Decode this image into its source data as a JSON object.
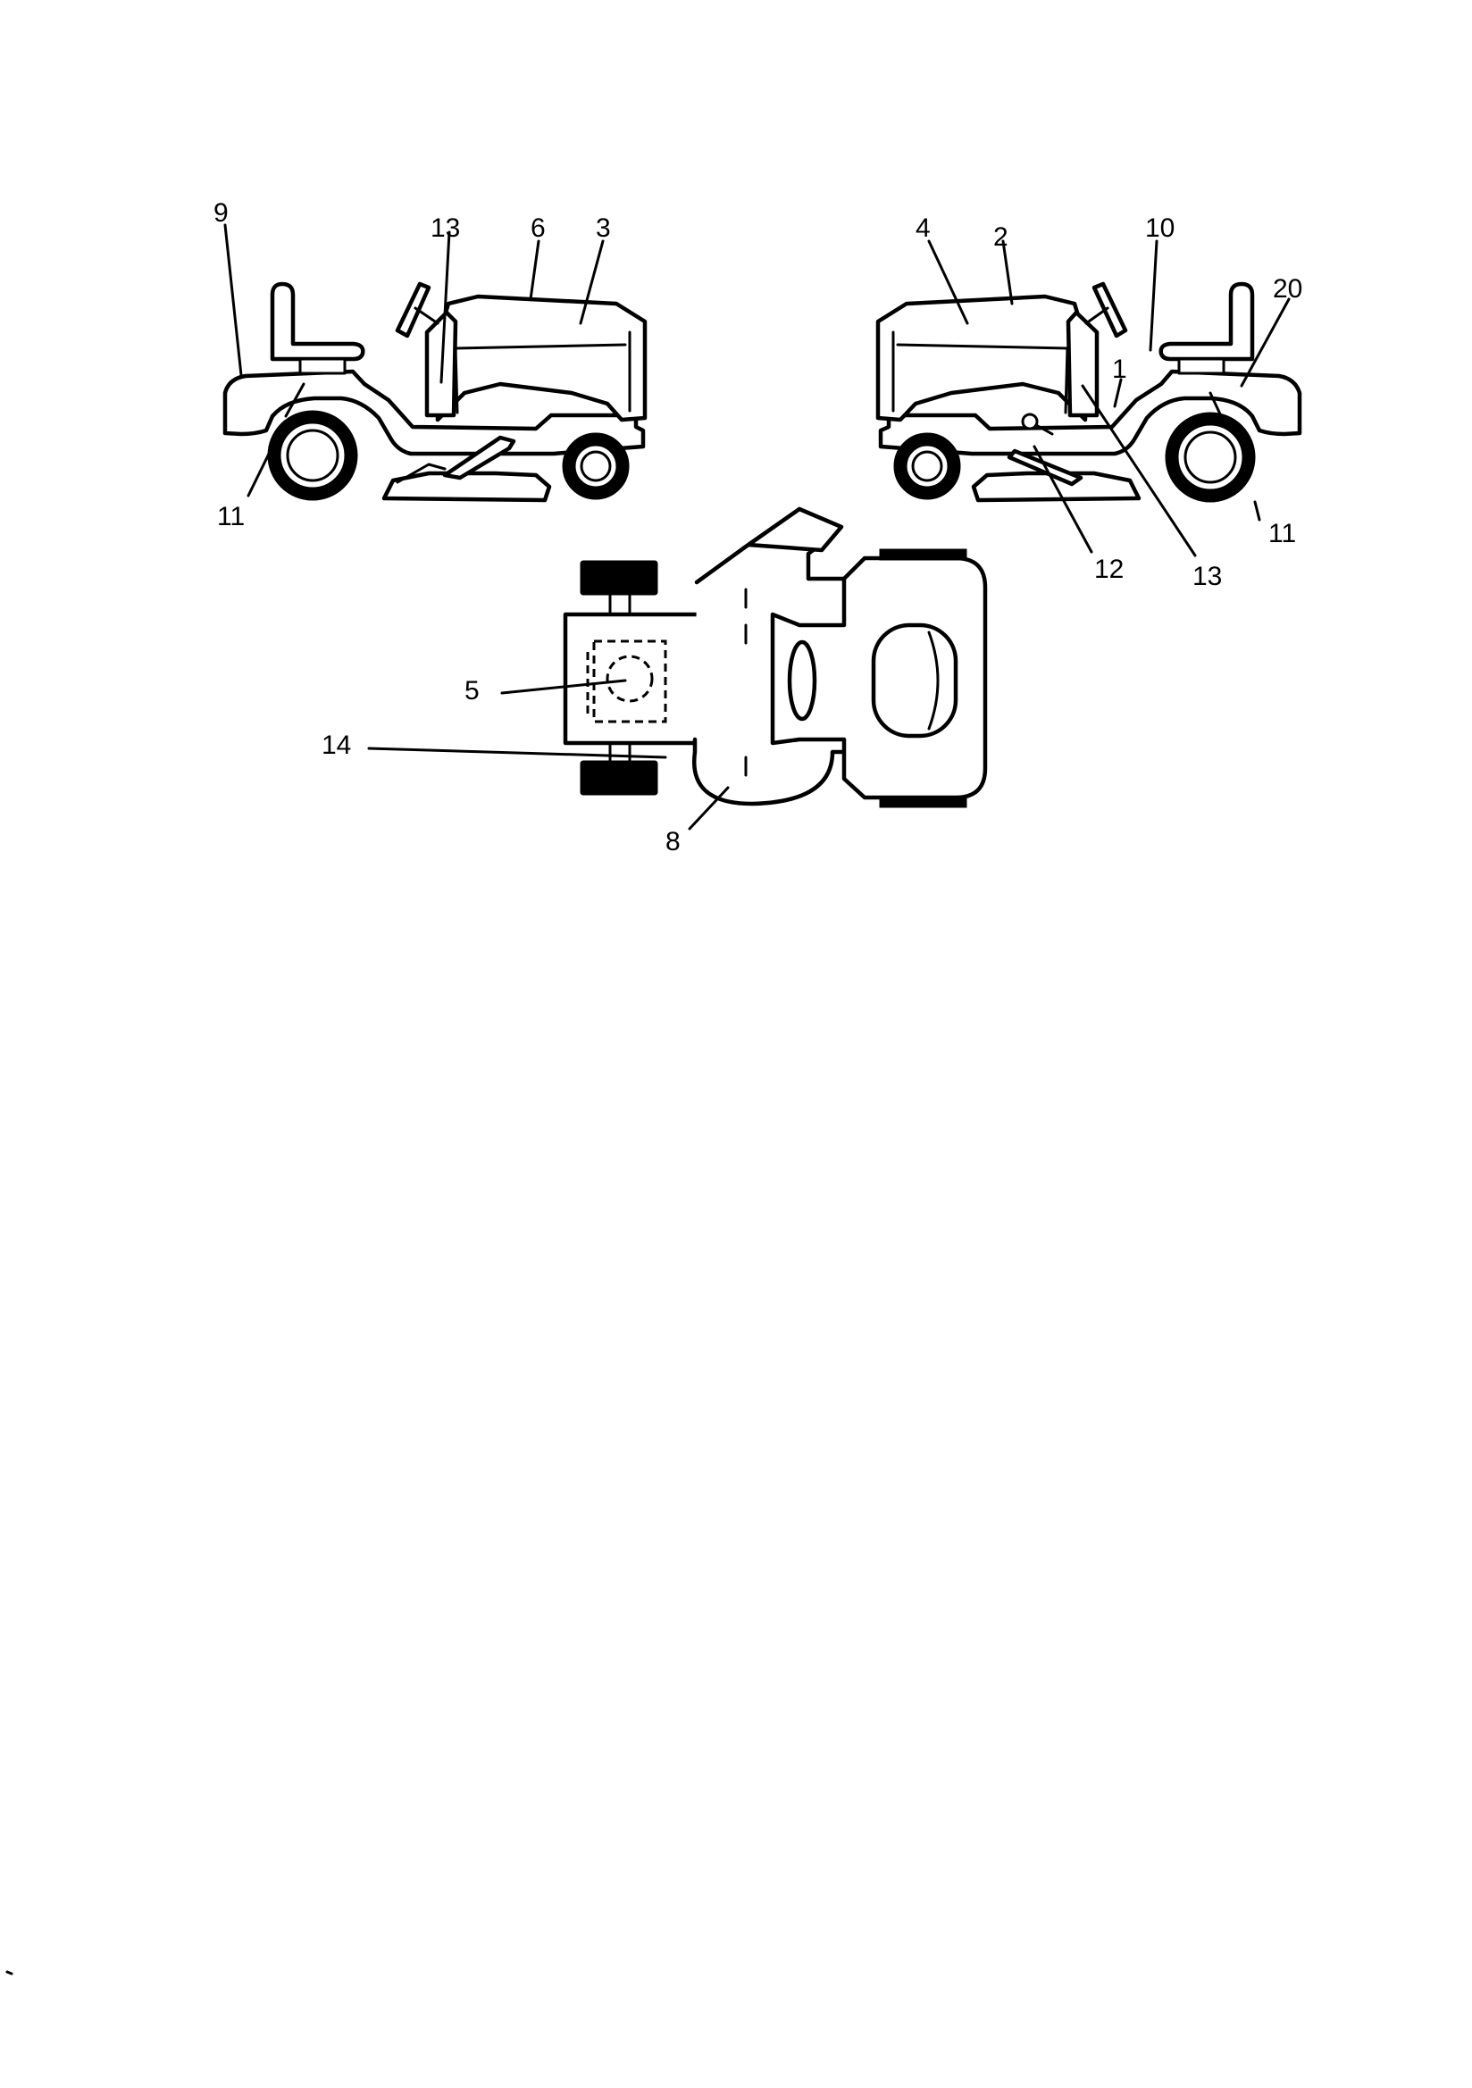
{
  "diagram": {
    "callouts": {
      "left_view": {
        "label_9": "9",
        "label_13": "13",
        "label_6": "6",
        "label_3": "3",
        "label_11": "11"
      },
      "right_view": {
        "label_4": "4",
        "label_2": "2",
        "label_10": "10",
        "label_20": "20",
        "label_1": "1",
        "label_12": "12",
        "label_13": "13",
        "label_11": "11"
      },
      "top_view": {
        "label_5": "5",
        "label_14": "14",
        "label_8": "8"
      }
    }
  }
}
